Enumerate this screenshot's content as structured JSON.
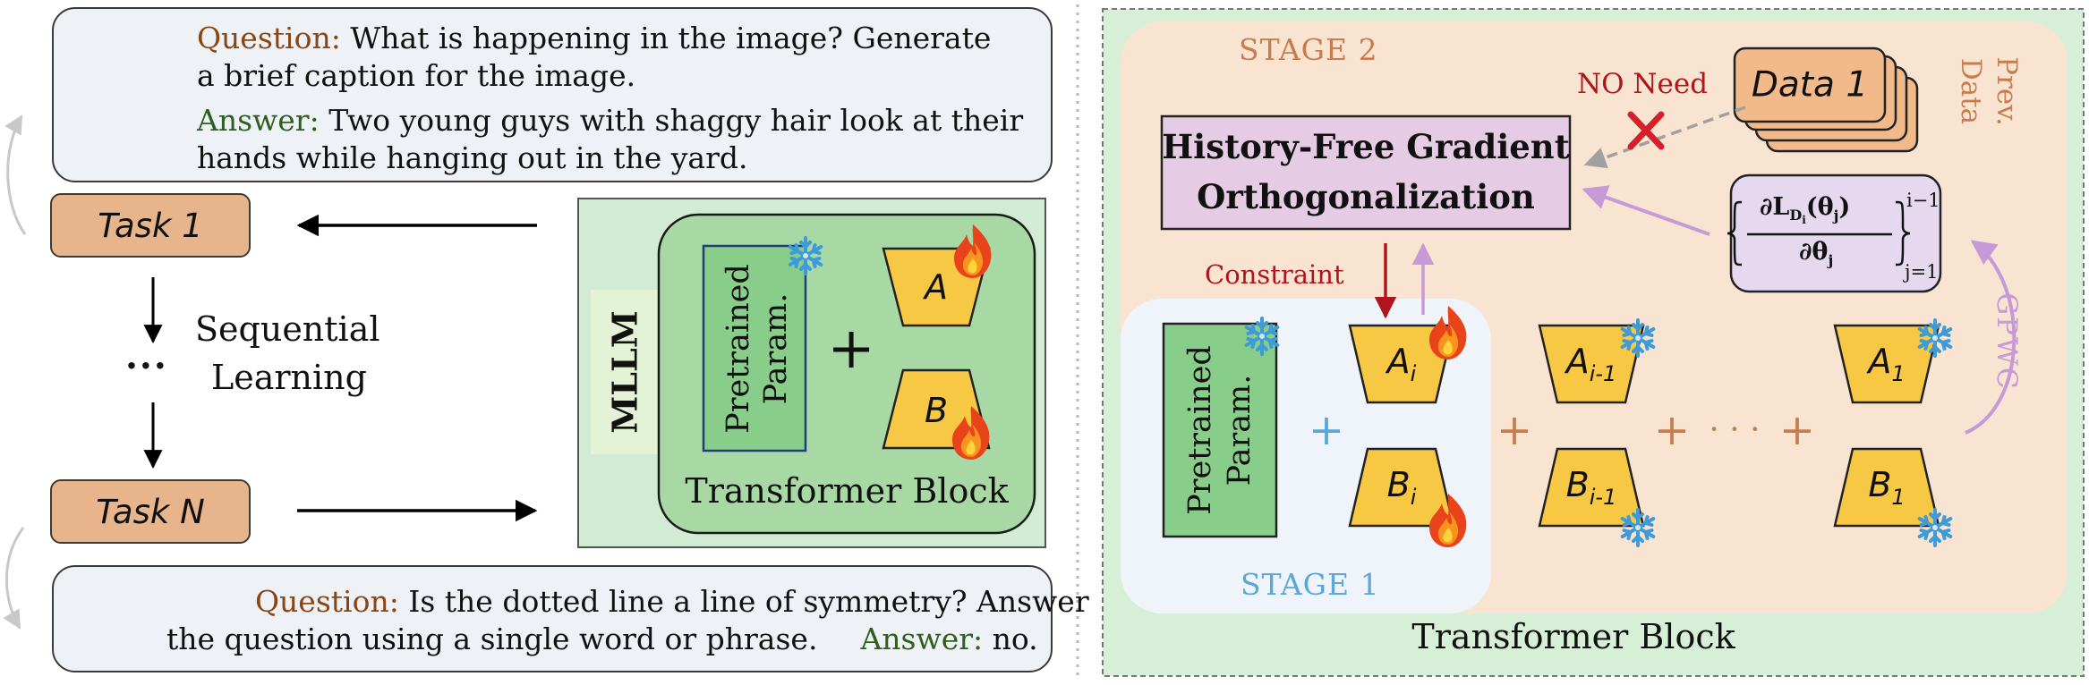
{
  "task_examples": {
    "first": {
      "question_label": "Question:",
      "question_line1": "What is happening in the image? Generate",
      "question_line2": "a brief caption for the image.",
      "answer_label": "Answer:",
      "answer_line1": "Two young guys with shaggy hair look at their",
      "answer_line2": "hands while hanging out in the yard."
    },
    "last": {
      "question_label": "Question:",
      "question_line1": "Is the dotted line a line of symmetry? Answer",
      "question_line2": "the question using a single word or phrase.",
      "answer_label": "Answer:",
      "answer_value": "no."
    }
  },
  "sequence": {
    "task_first": "Task 1",
    "task_last": "Task N",
    "ellipsis": "···",
    "label_line1": "Sequential",
    "label_line2": "Learning"
  },
  "overview": {
    "mllm_label": "MLLM",
    "pretrained_line1": "Pretrained",
    "pretrained_line2": "Param.",
    "plus": "+",
    "adapter_a": "A",
    "adapter_b": "B",
    "block_label": "Transformer Block"
  },
  "detail": {
    "stage2_label": "STAGE 2",
    "stage1_label": "STAGE 1",
    "hfgo_line1": "History-Free Gradient",
    "hfgo_line2": "Orthogonalization",
    "no_need_label": "NO Need",
    "data_label": "Data 1",
    "prev_data_line1": "Prev.",
    "prev_data_line2": "Data",
    "constraint_label": "Constraint",
    "gpwc_label": "GPWC",
    "gradient_set": {
      "numerator": "∂L",
      "subscript_d": "D",
      "subscript_i": "i",
      "theta_paren": "(θ",
      "theta_sub": "j",
      "close_paren": ")",
      "denominator": "∂θ",
      "denominator_sub": "j",
      "upper_index": "i−1",
      "lower_index": "j=1"
    },
    "pretrained_line1": "Pretrained",
    "pretrained_line2": "Param.",
    "plus": "+",
    "dots": "· · ·",
    "adapters": [
      {
        "a": "A",
        "b": "B",
        "sub": "i"
      },
      {
        "a": "A",
        "b": "B",
        "sub": "i-1"
      },
      {
        "a": "A",
        "b": "B",
        "sub": "1"
      }
    ],
    "block_label": "Transformer Block"
  },
  "colors": {
    "stage2_orange": "#c97d4e",
    "stage1_blue": "#5aa7d8",
    "constraint_red": "#b0141c",
    "gpwc_purple": "#c59ad6",
    "adapter_yellow": "#f7c843",
    "pretrained_green": "#8dcf90",
    "hfgo_fill": "#e6cbe5"
  }
}
